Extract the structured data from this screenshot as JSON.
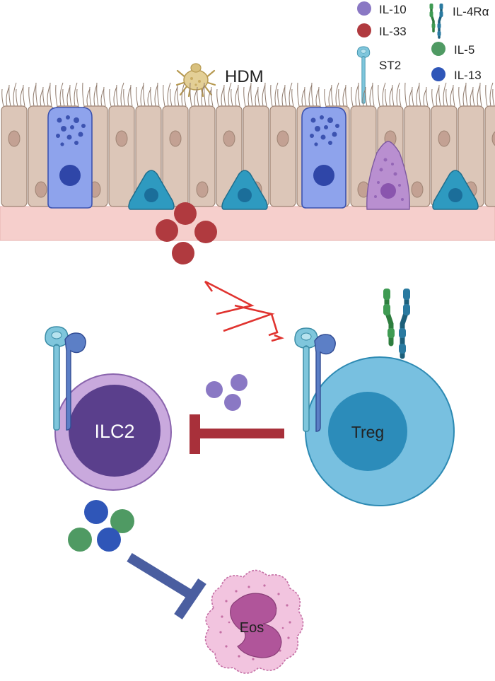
{
  "legend": {
    "items": [
      {
        "key": "il10",
        "label": "IL-10",
        "icon": "circle",
        "color": "#8a78c4"
      },
      {
        "key": "il33",
        "label": "IL-33",
        "icon": "circle",
        "color": "#b03a3f"
      },
      {
        "key": "st2",
        "label": "ST2",
        "icon": "st2-receptor-icon",
        "color": "#6bb8cf"
      },
      {
        "key": "il4ra",
        "label": "IL-4Rα",
        "icon": "il4ra-receptor-icon",
        "color": "#2f7f95"
      },
      {
        "key": "il5",
        "label": "IL-5",
        "icon": "circle",
        "color": "#4f9a63"
      },
      {
        "key": "il13",
        "label": "IL-13",
        "icon": "circle",
        "color": "#2f56b8"
      }
    ]
  },
  "stimulus": {
    "label": "HDM",
    "icon": "dust-mite-icon"
  },
  "cells": {
    "ilc2": {
      "label": "ILC2",
      "outer_color": "#c9a9dd",
      "inner_color": "#5a3f8c"
    },
    "treg": {
      "label": "Treg",
      "outer_color": "#78c0e0",
      "inner_color": "#2c8cba"
    },
    "eos": {
      "label": "Eos",
      "outer_color": "#f2c4df",
      "inner_color": "#b0559a"
    }
  },
  "interactions": {
    "il33_to_treg": {
      "type": "bidirectional-arrow",
      "color": "#e0332f"
    },
    "treg_inhibits_ilc2": {
      "type": "inhibition",
      "color": "#a8303a",
      "mediator": "IL-10"
    },
    "ilc2_to_eos": {
      "type": "inhibition",
      "color": "#4a5ea0"
    }
  },
  "epithelium": {
    "cell_color": "#dcc6b8",
    "basement_color": "#f6cfcc"
  }
}
